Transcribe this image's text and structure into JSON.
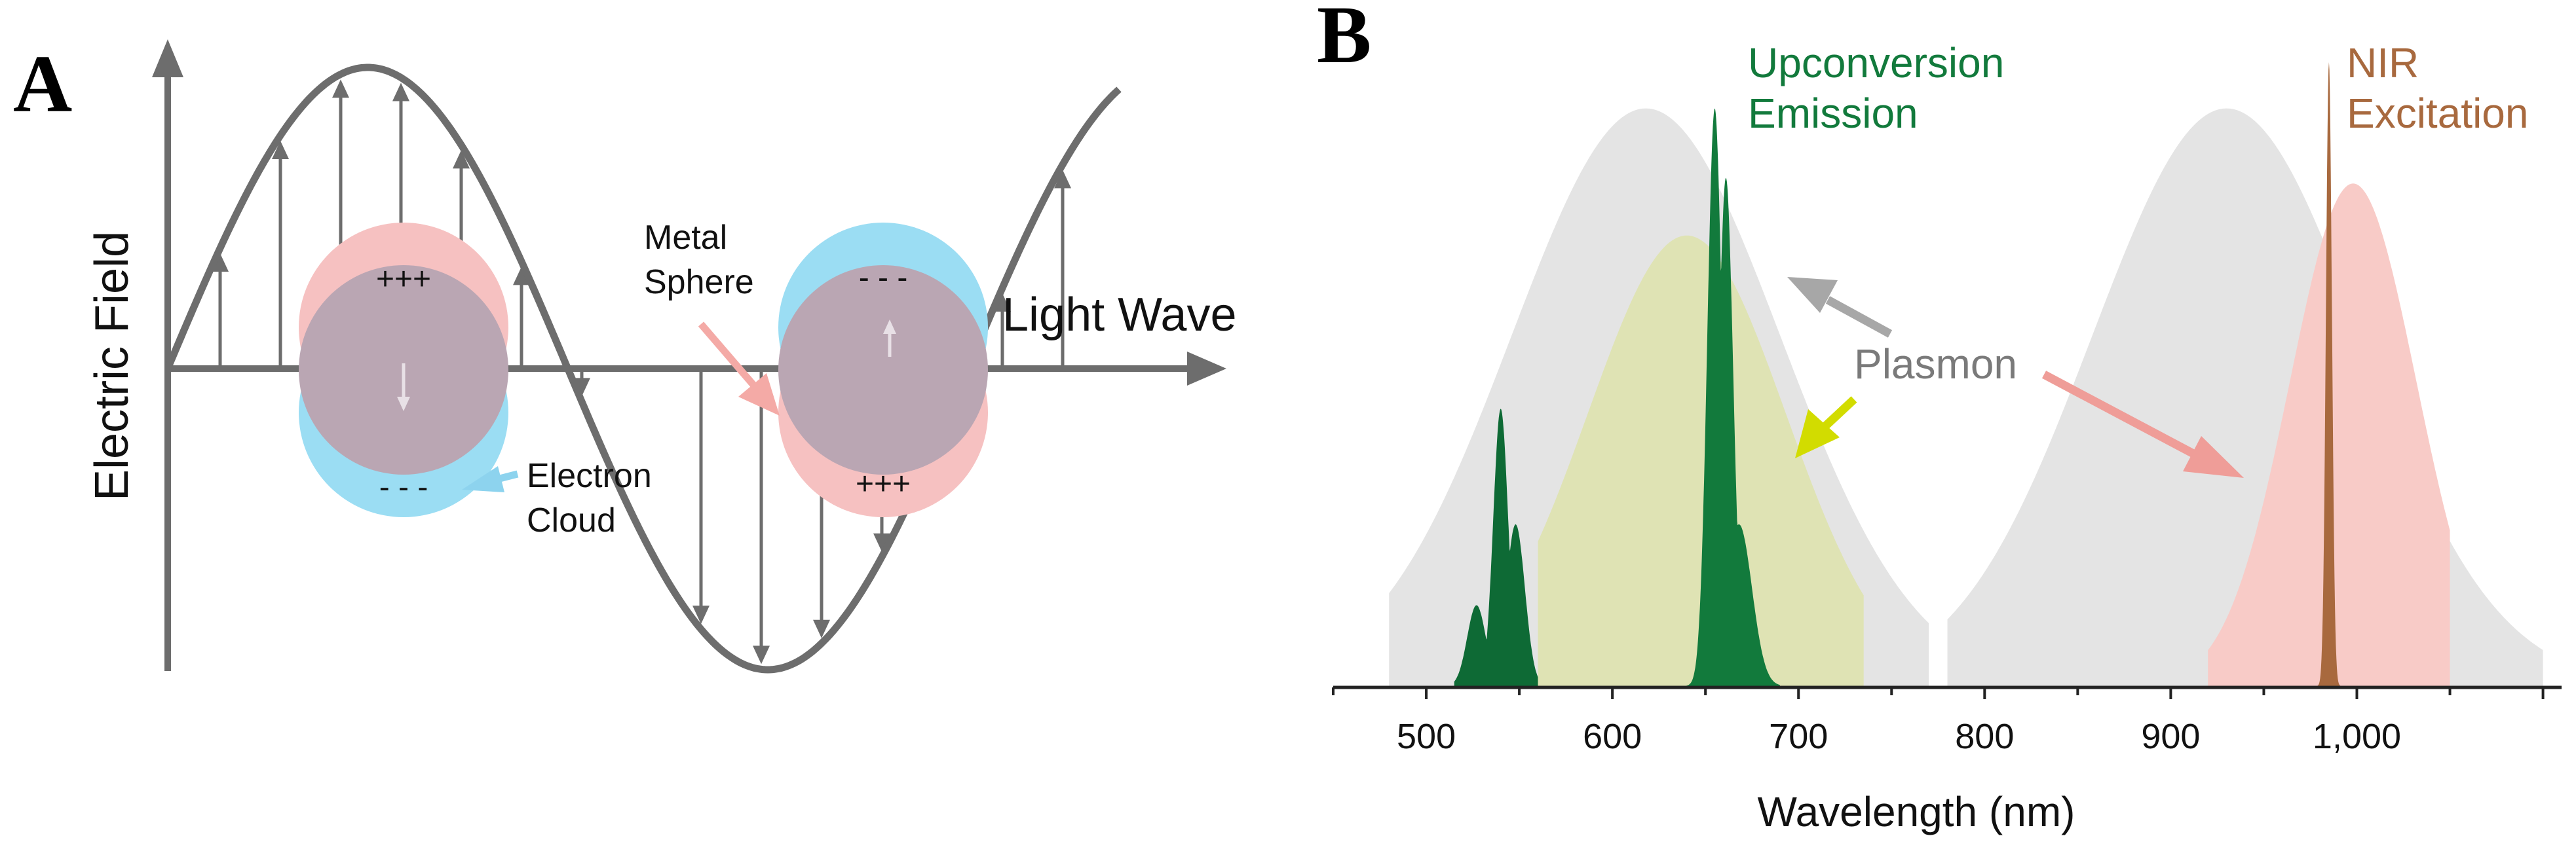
{
  "panelA": {
    "letter": "A",
    "y_axis_label": "Electric Field",
    "wave_label": "Light Wave",
    "metal_label": [
      "Metal",
      "Sphere"
    ],
    "cloud_label": [
      "Electron",
      "Cloud"
    ],
    "sphere1_top_charge": "+++",
    "sphere1_bottom_charge": "- - -",
    "sphere2_top_charge": "- - -",
    "sphere2_bottom_charge": "+++"
  },
  "panelB": {
    "letter": "B",
    "xlabel": "Wavelength (nm)",
    "annotations": {
      "upconversion": [
        "Upconversion",
        "Emission"
      ],
      "nir": [
        "NIR",
        "Excitation"
      ],
      "plasmon": "Plasmon"
    },
    "colors": {
      "upconversion": "#127a3c",
      "nir": "#a8693e",
      "plasmon_gray": "#e4e4e4",
      "plasmon_yellow": "#dfe3b4",
      "plasmon_pink": "#f8cbc7",
      "arrow_gray": "#a7a7a7",
      "arrow_yellow": "#d2dc00",
      "arrow_pink": "#ef9d98"
    }
  },
  "chart_data": {
    "type": "area",
    "xlabel": "Wavelength (nm)",
    "ylabel": "",
    "xlim": [
      450,
      1110
    ],
    "ylim": [
      0,
      1
    ],
    "xticks": [
      500,
      600,
      700,
      800,
      900,
      1000
    ],
    "xtick_labels": [
      "500",
      "600",
      "700",
      "800",
      "900",
      "1,000"
    ],
    "series": [
      {
        "shape": "gaussian",
        "center": 618,
        "fwhm": 170,
        "height": 1.0,
        "range": [
          480,
          770
        ],
        "color": "#e4e4e4"
      },
      {
        "shape": "gaussian",
        "center": 930,
        "fwhm": 170,
        "height": 1.0,
        "range": [
          780,
          1100
        ],
        "color": "#e4e4e4"
      },
      {
        "shape": "gaussian",
        "center": 640,
        "fwhm": 125,
        "height": 0.78,
        "range": [
          560,
          735
        ],
        "color": "#dfe3b4"
      },
      {
        "shape": "gaussian",
        "center": 998,
        "fwhm": 80,
        "height": 0.87,
        "range": [
          920,
          1050
        ],
        "color": "#f8cbc7"
      },
      {
        "shape": "peaks",
        "range": [
          515,
          560
        ],
        "color": "#0e6a35",
        "peaks": [
          {
            "center": 527,
            "width": 5,
            "height": 0.14
          },
          {
            "center": 540,
            "width": 4,
            "height": 0.48
          },
          {
            "center": 548,
            "width": 5,
            "height": 0.28
          }
        ]
      },
      {
        "shape": "peaks",
        "range": [
          635,
          690
        ],
        "color": "#127a3c",
        "peaks": [
          {
            "center": 655,
            "width": 4,
            "height": 1.0
          },
          {
            "center": 661,
            "width": 4,
            "height": 0.88
          },
          {
            "center": 668,
            "width": 7,
            "height": 0.28
          }
        ]
      },
      {
        "shape": "peaks",
        "range": [
          975,
          995
        ],
        "color": "#a8693e",
        "peaks": [
          {
            "center": 985,
            "width": 1.6,
            "height": 1.08
          }
        ]
      }
    ]
  }
}
